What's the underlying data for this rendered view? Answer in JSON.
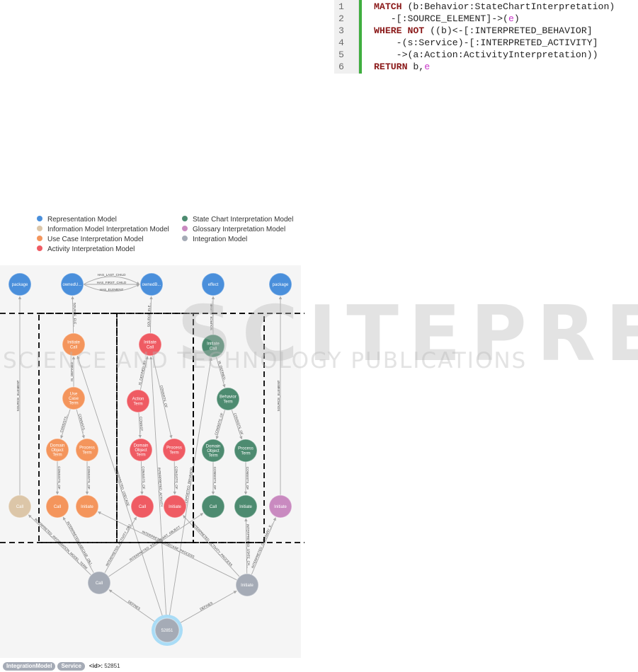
{
  "code": {
    "lines": [
      {
        "num": "1",
        "parts": [
          {
            "t": "MATCH",
            "c": "kw"
          },
          {
            "t": " (b:Behavior:StateChartInterpretation)"
          }
        ]
      },
      {
        "num": "2",
        "parts": [
          {
            "t": "   -[:SOURCE_ELEMENT]->("
          },
          {
            "t": "e",
            "c": "var"
          },
          {
            "t": ")"
          }
        ]
      },
      {
        "num": "3",
        "parts": [
          {
            "t": "WHERE NOT",
            "c": "kw"
          },
          {
            "t": " ((b)<-[:INTERPRETED_BEHAVIOR]"
          }
        ]
      },
      {
        "num": "4",
        "parts": [
          {
            "t": "    -(s:Service)-[:INTERPRETED_ACTIVITY]"
          }
        ]
      },
      {
        "num": "5",
        "parts": [
          {
            "t": "    ->(a:Action:ActivityInterpretation))"
          }
        ]
      },
      {
        "num": "6",
        "parts": [
          {
            "t": "RETURN",
            "c": "kw"
          },
          {
            "t": " b,"
          },
          {
            "t": "e",
            "c": "var"
          }
        ]
      }
    ]
  },
  "legend": [
    {
      "label": "Representation Model",
      "color": "#4a8fdb"
    },
    {
      "label": "Information Model Interpretation Model",
      "color": "#dcc6a8"
    },
    {
      "label": "Use Case Interpretation Model",
      "color": "#f4955c"
    },
    {
      "label": "Activity Interpretation Model",
      "color": "#ef5b63"
    },
    {
      "label": "State Chart Interpretation Model",
      "color": "#4d8b70"
    },
    {
      "label": "Glossary Interpretation Model",
      "color": "#c98ac0"
    },
    {
      "label": "Integration Model",
      "color": "#a5abb6"
    }
  ],
  "colors": {
    "representation": "#4a8fdb",
    "information": "#dcc6a8",
    "usecase": "#f4955c",
    "activity": "#ef5b63",
    "statechart": "#4d8b70",
    "glossary": "#c98ac0",
    "integration": "#a5abb6"
  },
  "graph": {
    "nodes": [
      {
        "id": "pkg1",
        "label": "package",
        "model": "representation"
      },
      {
        "id": "owU",
        "label": "ownedU...",
        "model": "representation"
      },
      {
        "id": "owB",
        "label": "ownedB...",
        "model": "representation"
      },
      {
        "id": "eff",
        "label": "effect",
        "model": "representation"
      },
      {
        "id": "pkg2",
        "label": "package",
        "model": "representation"
      },
      {
        "id": "ucInit",
        "label": "Initiate Call",
        "model": "usecase"
      },
      {
        "id": "ucTerm",
        "label": "Use Case Term",
        "model": "usecase"
      },
      {
        "id": "ucDom",
        "label": "Domain Object Term",
        "model": "usecase"
      },
      {
        "id": "ucProc",
        "label": "Process Term",
        "model": "usecase"
      },
      {
        "id": "ucCall",
        "label": "Call",
        "model": "usecase"
      },
      {
        "id": "ucInitv",
        "label": "Initiate",
        "model": "usecase"
      },
      {
        "id": "acInit",
        "label": "Initiate Call",
        "model": "activity"
      },
      {
        "id": "acAct",
        "label": "Action Term",
        "model": "activity"
      },
      {
        "id": "acDom",
        "label": "Domain Object Term",
        "model": "activity"
      },
      {
        "id": "acProc",
        "label": "Process Term",
        "model": "activity"
      },
      {
        "id": "acCall",
        "label": "Call",
        "model": "activity"
      },
      {
        "id": "acInitv",
        "label": "Initiate",
        "model": "activity"
      },
      {
        "id": "scInit",
        "label": "Initiate Call",
        "model": "statechart"
      },
      {
        "id": "scBeh",
        "label": "Behavior Term",
        "model": "statechart"
      },
      {
        "id": "scDom",
        "label": "Domain Object Term",
        "model": "statechart"
      },
      {
        "id": "scProc",
        "label": "Process Term",
        "model": "statechart"
      },
      {
        "id": "scCall",
        "label": "Call",
        "model": "statechart"
      },
      {
        "id": "scInitv",
        "label": "Initiate",
        "model": "statechart"
      },
      {
        "id": "imCall",
        "label": "Call",
        "model": "information"
      },
      {
        "id": "glInit",
        "label": "Initiate",
        "model": "glossary"
      },
      {
        "id": "inCall",
        "label": "Call",
        "model": "integration"
      },
      {
        "id": "inInit",
        "label": "Initiate",
        "model": "integration"
      },
      {
        "id": "svc",
        "label": "52851",
        "model": "integration"
      }
    ],
    "edges": [
      {
        "from": "owU",
        "to": "owB",
        "label": "HAS_LAST_CHILD"
      },
      {
        "from": "owU",
        "to": "owB",
        "label": "HAS_FIRST_CHILD"
      },
      {
        "from": "owU",
        "to": "owB",
        "label": "HAS_ELEMENT"
      },
      {
        "from": "imCall",
        "to": "pkg1",
        "label": "SOURCE_ELEMENT"
      },
      {
        "from": "ucInit",
        "to": "owU",
        "label": "SOURCE_ELE..."
      },
      {
        "from": "acInit",
        "to": "owB",
        "label": "SOURCE_ELE..."
      },
      {
        "from": "scInit",
        "to": "eff",
        "label": "SOURCE_ELEME..."
      },
      {
        "from": "glInit",
        "to": "pkg2",
        "label": "SOURCE_ELEMENT"
      },
      {
        "from": "ucTerm",
        "to": "ucInit",
        "label": "IS_DEFINED"
      },
      {
        "from": "acAct",
        "to": "acInit",
        "label": "IS_DEFINED_BY"
      },
      {
        "from": "scInit",
        "to": "scBeh",
        "label": "IS_DEFINED..."
      },
      {
        "from": "ucTerm",
        "to": "ucDom",
        "label": "CONSISTS..."
      },
      {
        "from": "ucTerm",
        "to": "ucProc",
        "label": "CONSISTS..."
      },
      {
        "from": "acAct",
        "to": "acDom",
        "label": "CONSIST..."
      },
      {
        "from": "acInit",
        "to": "acProc",
        "label": "CONSISTS_OF"
      },
      {
        "from": "scBeh",
        "to": "scDom",
        "label": "CONSISTS_OF"
      },
      {
        "from": "scBeh",
        "to": "scProc",
        "label": "CONSISTS_OF"
      },
      {
        "from": "ucDom",
        "to": "ucCall",
        "label": "CONSISTS_OF"
      },
      {
        "from": "ucProc",
        "to": "ucInitv",
        "label": "CONSISTS_OF"
      },
      {
        "from": "acDom",
        "to": "acCall",
        "label": "CONSISTS_OF"
      },
      {
        "from": "acProc",
        "to": "acInitv",
        "label": "CONSISTS_OF"
      },
      {
        "from": "scDom",
        "to": "scCall",
        "label": "CONSISTS_OF"
      },
      {
        "from": "scProc",
        "to": "scInitv",
        "label": "CONSISTS_OF"
      },
      {
        "from": "inCall",
        "to": "imCall",
        "label": "INTERPRETED_INFORMATION_MODEL_TERM"
      },
      {
        "from": "inCall",
        "to": "ucCall",
        "label": "INTERPRETED_USECASE_OBJ..."
      },
      {
        "from": "inCall",
        "to": "acCall",
        "label": "INTERPRETED_ACTIVITY_OBJ..."
      },
      {
        "from": "inCall",
        "to": "scCall",
        "label": "INTERPRETED_STATECHART_OBJECT"
      },
      {
        "from": "inInit",
        "to": "ucInitv",
        "label": "INTERPRETED_USECASE_PROCESS"
      },
      {
        "from": "inInit",
        "to": "acInitv",
        "label": "INTERPRETED_ACTIVITY_PROCESS"
      },
      {
        "from": "inInit",
        "to": "scInitv",
        "label": "INTERPRETED_STATE_CH..."
      },
      {
        "from": "inInit",
        "to": "glInit",
        "label": "INTERPRETED_GLOSSARY_E..."
      },
      {
        "from": "svc",
        "to": "ucInit",
        "label": "INTERPRETED_USECASE"
      },
      {
        "from": "svc",
        "to": "acInit",
        "label": "INTERPRETED_ACTIVITY"
      },
      {
        "from": "svc",
        "to": "scInit",
        "label": "INTERPRETED_BEHAVIOR"
      },
      {
        "from": "svc",
        "to": "inCall",
        "label": "DEFINES"
      },
      {
        "from": "svc",
        "to": "inInit",
        "label": "DEFINES"
      }
    ]
  },
  "status": {
    "badges": [
      "IntegrationModel",
      "Service"
    ],
    "id_label": "<id>:",
    "id_value": "52851"
  },
  "watermark": {
    "brand": "SCITEPRESS",
    "tagline": "SCIENCE AND TECHNOLOGY PUBLICATIONS"
  }
}
